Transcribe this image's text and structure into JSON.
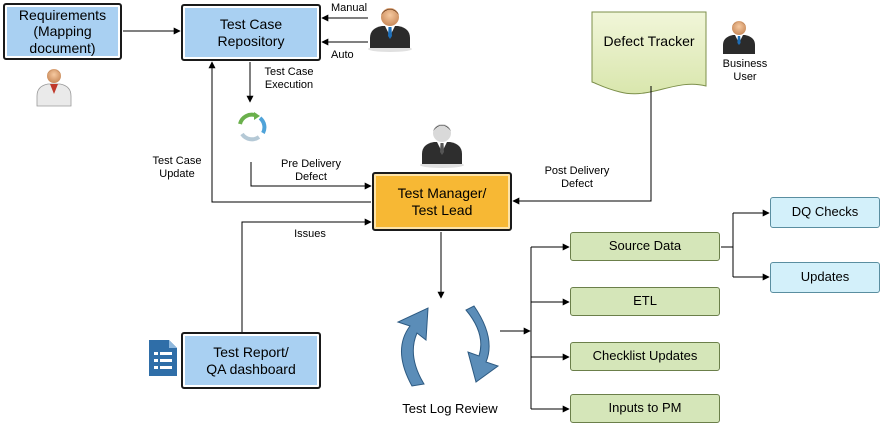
{
  "nodes": {
    "requirements": "Requirements\n(Mapping\ndocument)",
    "repository": "Test Case\nRepository",
    "defect_tracker": "Defect Tracker",
    "test_manager": "Test Manager/\nTest Lead",
    "test_report": "Test Report/\nQA dashboard",
    "source_data": "Source Data",
    "etl": "ETL",
    "checklist": "Checklist Updates",
    "inputs_pm": "Inputs to PM",
    "dq_checks": "DQ Checks",
    "updates": "Updates"
  },
  "labels": {
    "manual": "Manual",
    "auto": "Auto",
    "execution": "Test Case\nExecution",
    "update": "Test Case\nUpdate",
    "pre_delivery": "Pre Delivery\nDefect",
    "post_delivery": "Post Delivery\nDefect",
    "business_user": "Business\nUser",
    "issues": "Issues",
    "log_review": "Test Log Review"
  },
  "icons": [
    "person-icon",
    "businessman-icon",
    "manager-icon",
    "cycle-icon",
    "document-icon",
    "refresh-arrows-icon"
  ],
  "colors": {
    "blue_box": "#a9d0f2",
    "orange_box": "#f7b834",
    "green_box": "#d5e6b9",
    "cyan_box": "#d3f0fa",
    "arrow_blue": "#5b8db8"
  }
}
